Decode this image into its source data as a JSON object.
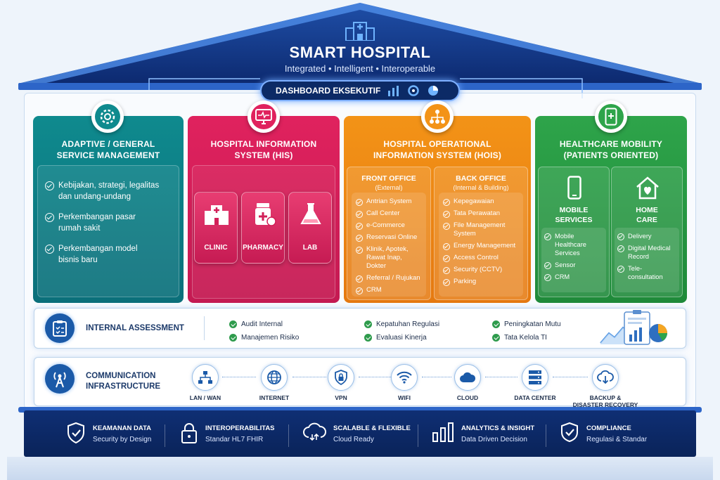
{
  "header": {
    "title": "SMART HOSPITAL",
    "subtitle": "Integrated • Intelligent • Interoperable",
    "dashboard_label": "DASHBOARD EKSEKUTIF"
  },
  "colors": {
    "navy": "#0f2f74",
    "teal": "#0f8a8e",
    "crimson": "#e0225e",
    "orange": "#f39317",
    "green": "#2ea44a",
    "accent_blue": "#1b5aa8"
  },
  "pillars": {
    "adaptive": {
      "title_line1": "ADAPTIVE / GENERAL",
      "title_line2": "SERVICE MANAGEMENT",
      "icon": "gear-icon",
      "items": [
        {
          "line1": "Kebijakan, strategi, legalitas",
          "line2": "dan undang-undang"
        },
        {
          "line1": "Perkembangan pasar",
          "line2": "rumah sakit"
        },
        {
          "line1": "Perkembangan model",
          "line2": "bisnis baru"
        }
      ]
    },
    "his": {
      "title_line1": "HOSPITAL INFORMATION",
      "title_line2": "SYSTEM (HIS)",
      "icon": "monitor-heartbeat-icon",
      "tiles": [
        {
          "label": "CLINIC",
          "icon": "hospital-building-icon"
        },
        {
          "label": "PHARMACY",
          "icon": "medicine-bottle-icon"
        },
        {
          "label": "LAB",
          "icon": "flask-icon"
        }
      ]
    },
    "hois": {
      "title_line1": "HOSPITAL OPERATIONAL",
      "title_line2": "INFORMATION SYSTEM (HOIS)",
      "icon": "org-chart-icon",
      "front": {
        "title": "FRONT OFFICE",
        "note": "(External)",
        "items": [
          "Antrian System",
          "Call Center",
          "e-Commerce",
          "Reservasi Online",
          "Klinik, Apotek,",
          "Rawat Inap, Dokter",
          "Referral / Rujukan",
          "CRM"
        ]
      },
      "back": {
        "title": "BACK OFFICE",
        "note": "(Internal & Building)",
        "items": [
          "Kepegawaian",
          "Tata Perawatan",
          "File Management",
          "System",
          "Energy Management",
          "Access Control",
          "Security (CCTV)",
          "Parking"
        ]
      }
    },
    "mobility": {
      "title_line1": "HEALTHCARE MOBILITY",
      "title_line2": "(PATIENTS ORIENTED)",
      "icon": "mobile-plus-icon",
      "mobile": {
        "title_line1": "MOBILE",
        "title_line2": "SERVICES",
        "items": [
          "Mobile Healthcare",
          "Services",
          "Sensor",
          "CRM"
        ]
      },
      "home": {
        "title_line1": "HOME",
        "title_line2": "CARE",
        "items": [
          "Delivery",
          "Digital Medical",
          "Record",
          "Tele-consultation"
        ]
      }
    }
  },
  "assessment": {
    "title": "INTERNAL ASSESSMENT",
    "items": [
      "Audit Internal",
      "Manajemen Risiko",
      "Kepatuhan Regulasi",
      "Evaluasi Kinerja",
      "Peningkatan Mutu",
      "Tata Kelola TI"
    ]
  },
  "infrastructure": {
    "title_line1": "COMMUNICATION",
    "title_line2": "INFRASTRUCTURE",
    "nodes": [
      {
        "label": "LAN / WAN",
        "icon": "network-icon"
      },
      {
        "label": "INTERNET",
        "icon": "globe-icon"
      },
      {
        "label": "VPN",
        "icon": "shield-lock-icon"
      },
      {
        "label": "WIFI",
        "icon": "wifi-icon"
      },
      {
        "label": "CLOUD",
        "icon": "cloud-icon"
      },
      {
        "label": "DATA CENTER",
        "icon": "server-icon"
      },
      {
        "label": "BACKUP &",
        "label2": "DISASTER RECOVERY",
        "icon": "cloud-download-icon"
      }
    ]
  },
  "foundation": [
    {
      "title": "KEAMANAN DATA",
      "subtitle": "Security by Design",
      "icon": "shield-check-icon"
    },
    {
      "title": "INTEROPERABILITAS",
      "subtitle": "Standar HL7 FHIR",
      "icon": "lock-icon"
    },
    {
      "title": "SCALABLE & FLEXIBLE",
      "subtitle": "Cloud Ready",
      "icon": "cloud-sync-icon"
    },
    {
      "title": "ANALYTICS & INSIGHT",
      "subtitle": "Data Driven Decision",
      "icon": "bar-chart-icon"
    },
    {
      "title": "COMPLIANCE",
      "subtitle": "Regulasi & Standar",
      "icon": "badge-check-icon"
    }
  ]
}
